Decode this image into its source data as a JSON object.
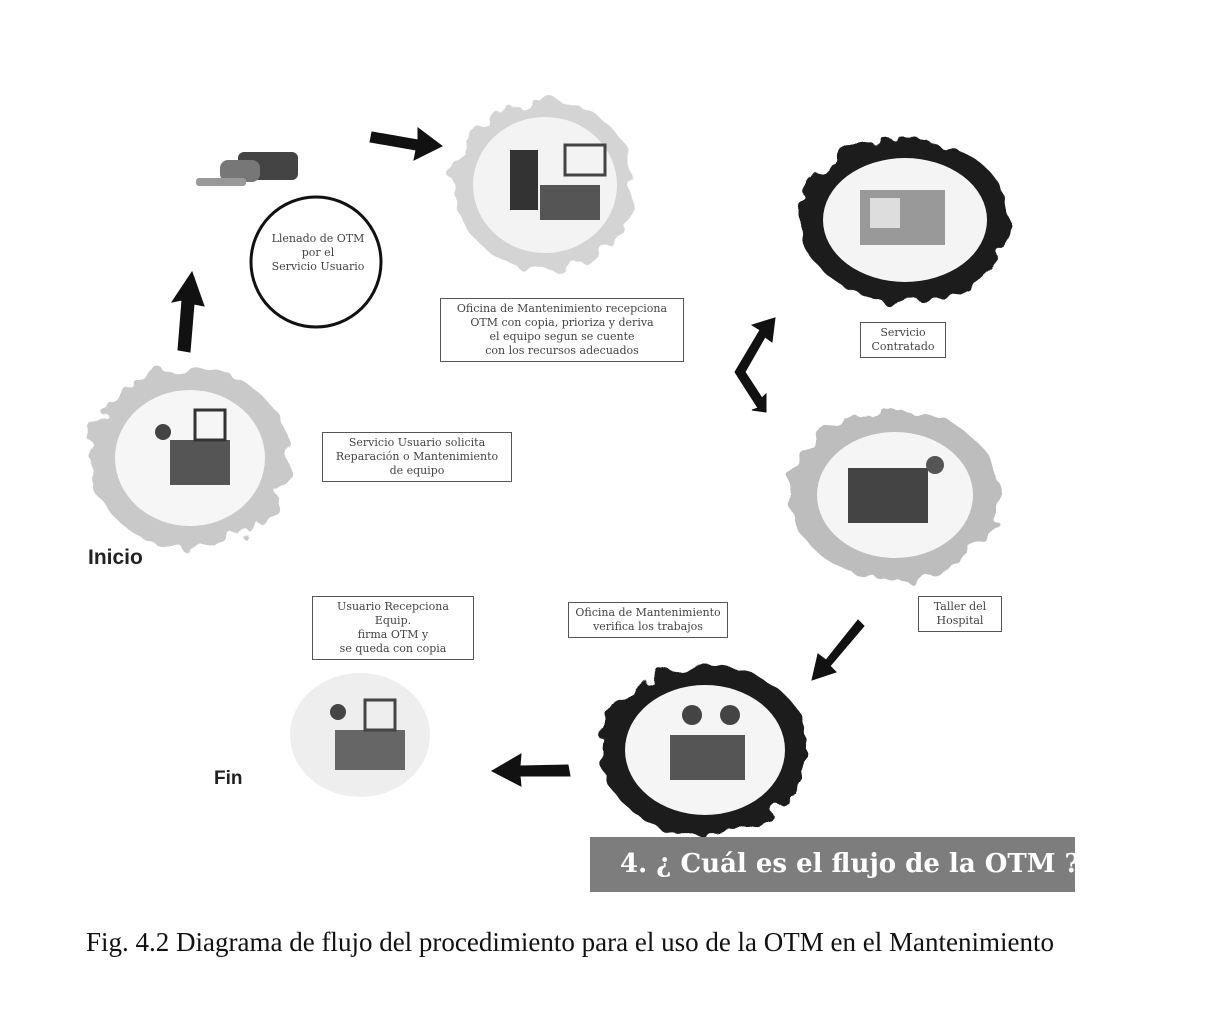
{
  "nodes": {
    "llenado": "Llenado de OTM\npor el\nServicio Usuario",
    "oficina_recepciona": "Oficina de Mantenimiento recepciona\nOTM con copia, prioriza y deriva\nel equipo segun se cuente\ncon los recursos adecuados",
    "servicio_contratado": "Servicio\nContratado",
    "servicio_solicita": "Servicio Usuario solicita\nReparación o Mantenimiento\nde equipo",
    "taller": "Taller del\nHospital",
    "oficina_verifica": "Oficina de Mantenimiento\nverifica los trabajos",
    "usuario_recepciona": "Usuario Recepciona Equip.\nfirma OTM y\nse queda con copia"
  },
  "start_label": "Inicio",
  "end_label": "Fin",
  "banner": "4. ¿ Cuál es el flujo de la OTM ?",
  "caption": "Fig. 4.2 Diagrama de flujo del procedimiento para el uso de la OTM en el Mantenimiento",
  "colors": {
    "grey_blob": "#c9c9c9",
    "dark_blob": "#1e1e1e",
    "arrow": "#111111",
    "banner_bg": "#7d7d7d",
    "banner_text": "#ffffff"
  }
}
